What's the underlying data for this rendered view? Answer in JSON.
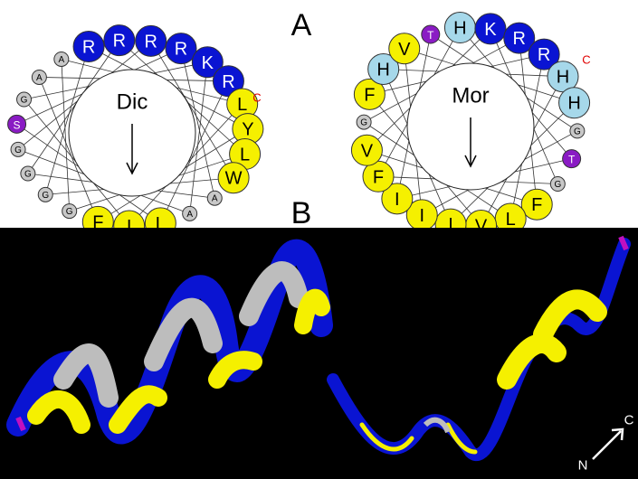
{
  "figure": {
    "panel_a_label": "A",
    "panel_b_label": "B",
    "colors": {
      "blue": "#0a14d2",
      "yellow": "#f5f000",
      "grey": "#c8c8c8",
      "lightblue": "#a6d8ea",
      "purple": "#8a1bc4",
      "red_label": "#e00000",
      "helix_grey": "#bdbdbd",
      "background_b": "#000000"
    }
  },
  "wheels": [
    {
      "name": "Dic",
      "terminus_label": "C",
      "residues": [
        {
          "label": "R",
          "color": "blue"
        },
        {
          "label": "R",
          "color": "blue"
        },
        {
          "label": "R",
          "color": "blue"
        },
        {
          "label": "R",
          "color": "blue"
        },
        {
          "label": "K",
          "color": "blue"
        },
        {
          "label": "R",
          "color": "blue"
        },
        {
          "label": "L",
          "color": "yellow"
        },
        {
          "label": "Y",
          "color": "yellow"
        },
        {
          "label": "L",
          "color": "yellow"
        },
        {
          "label": "W",
          "color": "yellow"
        },
        {
          "label": "A",
          "color": "grey"
        },
        {
          "label": "A",
          "color": "grey"
        },
        {
          "label": "L",
          "color": "yellow"
        },
        {
          "label": "I",
          "color": "yellow"
        },
        {
          "label": "F",
          "color": "yellow"
        },
        {
          "label": "G",
          "color": "grey"
        },
        {
          "label": "G",
          "color": "grey"
        },
        {
          "label": "G",
          "color": "grey"
        },
        {
          "label": "G",
          "color": "grey"
        },
        {
          "label": "S",
          "color": "purple"
        },
        {
          "label": "G",
          "color": "grey"
        },
        {
          "label": "A",
          "color": "grey"
        },
        {
          "label": "A",
          "color": "grey"
        }
      ]
    },
    {
      "name": "Mor",
      "terminus_label": "C",
      "residues": [
        {
          "label": "T",
          "color": "purple"
        },
        {
          "label": "H",
          "color": "lightblue"
        },
        {
          "label": "K",
          "color": "blue"
        },
        {
          "label": "R",
          "color": "blue"
        },
        {
          "label": "R",
          "color": "blue"
        },
        {
          "label": "H",
          "color": "lightblue"
        },
        {
          "label": "H",
          "color": "lightblue"
        },
        {
          "label": "G",
          "color": "grey"
        },
        {
          "label": "T",
          "color": "purple"
        },
        {
          "label": "G",
          "color": "grey"
        },
        {
          "label": "F",
          "color": "yellow"
        },
        {
          "label": "L",
          "color": "yellow"
        },
        {
          "label": "V",
          "color": "yellow"
        },
        {
          "label": "I",
          "color": "yellow"
        },
        {
          "label": "I",
          "color": "yellow"
        },
        {
          "label": "I",
          "color": "yellow"
        },
        {
          "label": "F",
          "color": "yellow"
        },
        {
          "label": "V",
          "color": "yellow"
        },
        {
          "label": "G",
          "color": "grey"
        },
        {
          "label": "F",
          "color": "yellow"
        },
        {
          "label": "H",
          "color": "lightblue"
        },
        {
          "label": "V",
          "color": "yellow"
        }
      ]
    }
  ],
  "axis_labels": {
    "n_terminus": "N",
    "c_terminus": "C"
  }
}
